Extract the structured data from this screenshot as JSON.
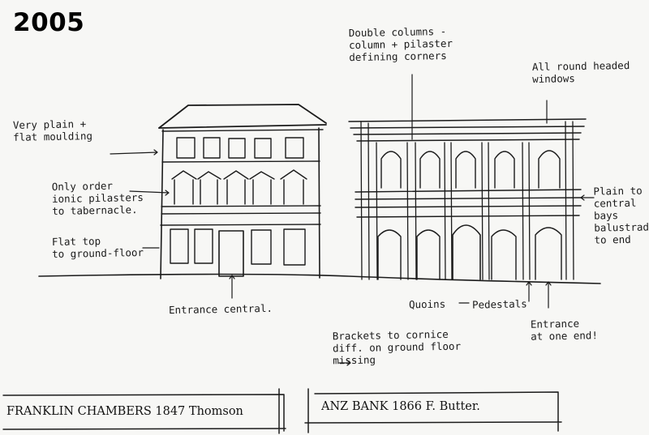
{
  "year": "2005",
  "left_building": {
    "annotations": {
      "plain_moulding": "Very plain +\nflat moulding",
      "pilasters": "Only order\nionic pilasters\nto tabernacle.",
      "flat_top": "Flat top\nto ground-floor",
      "entrance": "Entrance central."
    },
    "caption": "FRANKLIN CHAMBERS 1847 Thomson"
  },
  "right_building": {
    "annotations": {
      "double_columns": "Double columns -\ncolumn + pilaster\ndefining corners",
      "round_windows": "All round headed\nwindows",
      "plain_bays": "Plain to\ncentral\nbays\nbalustrade\nto end",
      "quoins": "Quoins",
      "pedestals": "Pedestals",
      "entrance": "Entrance\nat one end!",
      "brackets": "Brackets to cornice\ndiff. on ground floor\nmissing"
    },
    "caption": "ANZ BANK 1866 F. Butter."
  }
}
